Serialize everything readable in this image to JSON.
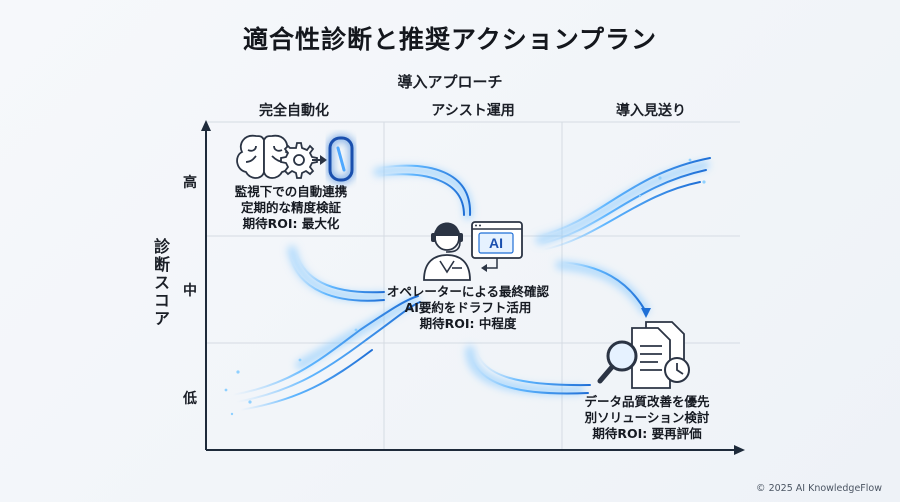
{
  "title": "適合性診断と推奨アクションプラン",
  "x_axis": {
    "title": "導入アプローチ",
    "columns": [
      "完全自動化",
      "アシスト運用",
      "導入見送り"
    ]
  },
  "y_axis": {
    "title": "診断スコア",
    "rows": [
      "高",
      "中",
      "低"
    ]
  },
  "cells": {
    "high_auto": [
      "監視下での自動連携",
      "定期的な精度検証",
      "期待ROI: 最大化"
    ],
    "mid_assist": [
      "オペレーターによる最終確認",
      "AI要約をドラフト活用",
      "期待ROI: 中程度"
    ],
    "low_skip": [
      "データ品質改善を優先",
      "別ソリューション検討",
      "期待ROI: 要再評価"
    ]
  },
  "icons": {
    "high_auto": [
      "brain-icon",
      "gear-icon",
      "chip-icon"
    ],
    "mid_assist": [
      "operator-icon",
      "ai-screen-icon"
    ],
    "low_skip": [
      "documents-icon",
      "magnifier-icon",
      "clock-icon"
    ]
  },
  "screen_label": "AI",
  "colors": {
    "flow_bright": "#5fb6ff",
    "flow_dark": "#1f6fd6",
    "axis": "#1e2a3a",
    "grid": "#d5dbe3"
  },
  "footer": "© 2025 AI KnowledgeFlow"
}
